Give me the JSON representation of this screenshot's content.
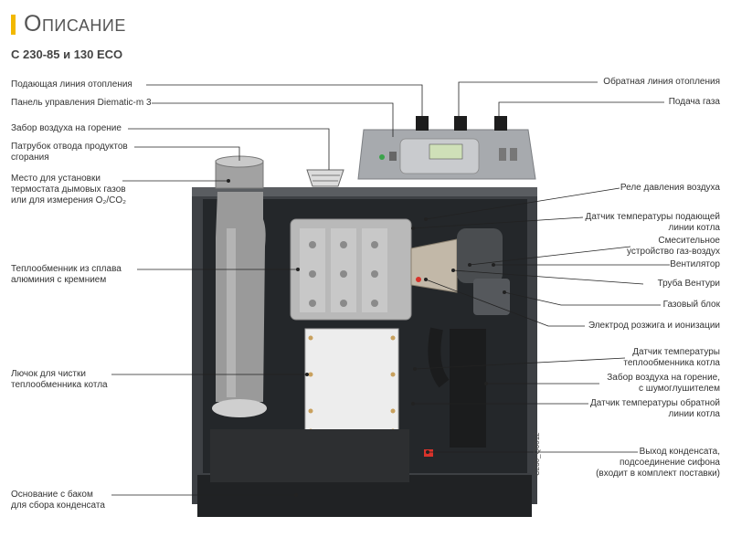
{
  "header": {
    "title": "Описание",
    "subtitle": "C 230-85 и 130 ECO"
  },
  "colors": {
    "accent": "#f2b800",
    "casing": "#3d4044",
    "heat_exchanger": "#b9b9b9",
    "pipe": "#9a9a9a",
    "control_panel": "#a7aaae"
  },
  "labels_left": [
    {
      "id": "flow",
      "text": "Подающая линия отопления"
    },
    {
      "id": "panel",
      "text": "Панель управления Diematic-m 3"
    },
    {
      "id": "air_intake",
      "text": "Забор воздуха на горение"
    },
    {
      "id": "flue_outlet",
      "text": "Патрубок отвода продуктов\nсгорания"
    },
    {
      "id": "thermostat",
      "text": "Место для установки\nтермостата дымовых газов\nили для измерения O₂/CO₂"
    },
    {
      "id": "hx",
      "text": "Теплообменник из сплава\nалюминия с кремнием"
    },
    {
      "id": "hatch",
      "text": "Лючок для чистки\nтеплообменника котла"
    },
    {
      "id": "base",
      "text": "Основание с баком\nдля сбора конденсата"
    }
  ],
  "labels_right": [
    {
      "id": "return",
      "text": "Обратная линия отопления"
    },
    {
      "id": "gas",
      "text": "Подача газа"
    },
    {
      "id": "pressure_relay",
      "text": "Реле давления воздуха"
    },
    {
      "id": "flow_sensor",
      "text": "Датчик температуры подающей\nлинии котла"
    },
    {
      "id": "mixer",
      "text": "Смесительное\nустройство газ-воздух"
    },
    {
      "id": "fan",
      "text": "Вентилятор"
    },
    {
      "id": "venturi",
      "text": "Труба Вентури"
    },
    {
      "id": "gas_block",
      "text": "Газовый блок"
    },
    {
      "id": "electrode",
      "text": "Электрод розжига и ионизации"
    },
    {
      "id": "hx_sensor",
      "text": "Датчик температуры\nтеплообменника котла"
    },
    {
      "id": "silencer_air",
      "text": "Забор воздуха на горение,\nс шумоглушителем"
    },
    {
      "id": "return_sensor",
      "text": "Датчик температуры обратной\nлинии котла"
    },
    {
      "id": "condensate",
      "text": "Выход конденсата,\nподсоединение сифона\n(входит в комплект поставки)"
    }
  ],
  "figure_code": "C230_Q0012"
}
